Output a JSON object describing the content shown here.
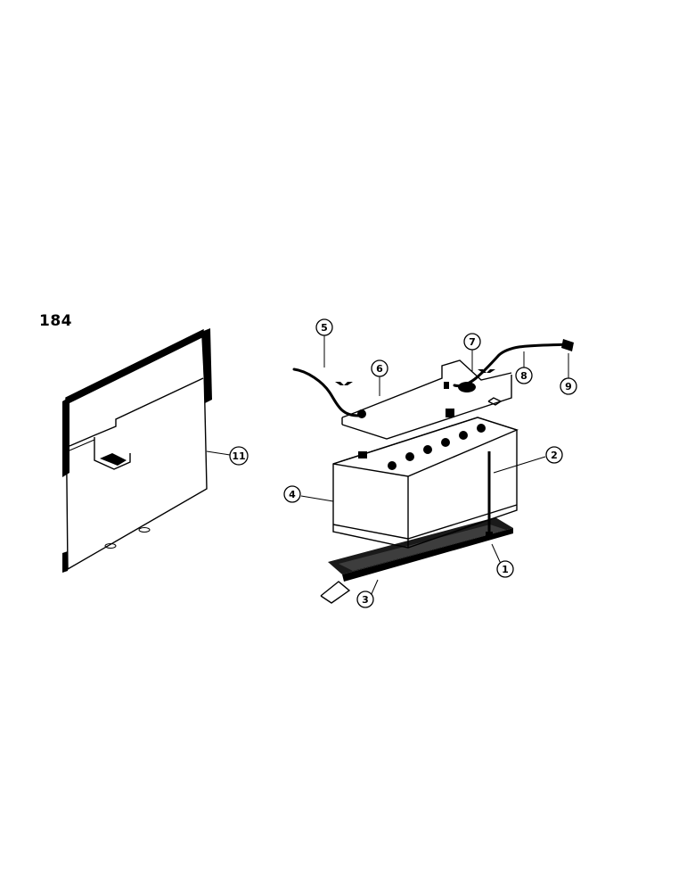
{
  "page": {
    "number": "184"
  },
  "callouts": [
    {
      "id": "c1",
      "label": "1"
    },
    {
      "id": "c2",
      "label": "2"
    },
    {
      "id": "c3",
      "label": "3"
    },
    {
      "id": "c4",
      "label": "4"
    },
    {
      "id": "c5",
      "label": "5"
    },
    {
      "id": "c6",
      "label": "6"
    },
    {
      "id": "c7",
      "label": "7"
    },
    {
      "id": "c8",
      "label": "8"
    },
    {
      "id": "c9",
      "label": "9"
    },
    {
      "id": "c11",
      "label": "11"
    }
  ]
}
